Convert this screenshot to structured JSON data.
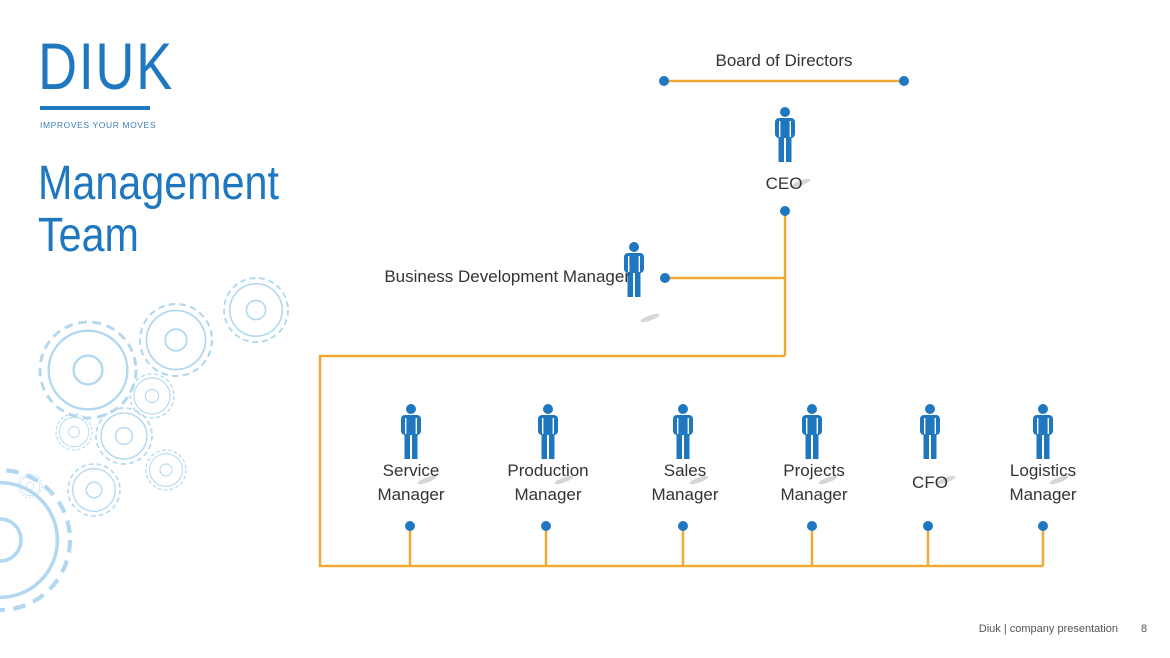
{
  "brand": {
    "logo": "DIUK",
    "tagline": "IMPROVES YOUR MOVES"
  },
  "page_title": {
    "line1": "Management",
    "line2": "Team"
  },
  "org": {
    "board": "Board of Directors",
    "ceo": "CEO",
    "bdm": "Business Development Manager",
    "roles": [
      {
        "line1": "Service",
        "line2": "Manager"
      },
      {
        "line1": "Production",
        "line2": "Manager"
      },
      {
        "line1": "Sales",
        "line2": "Manager"
      },
      {
        "line1": "Projects",
        "line2": "Manager"
      },
      {
        "line1": "CFO",
        "line2": ""
      },
      {
        "line1": "Logistics",
        "line2": "Manager"
      }
    ]
  },
  "footer": {
    "text": "Diuk | company presentation",
    "page": "8"
  },
  "colors": {
    "accent": "#1f77c0",
    "connector": "#f0a935",
    "gear": "#a9d4ef"
  },
  "icons": [
    "person-icon",
    "gear-icon"
  ]
}
